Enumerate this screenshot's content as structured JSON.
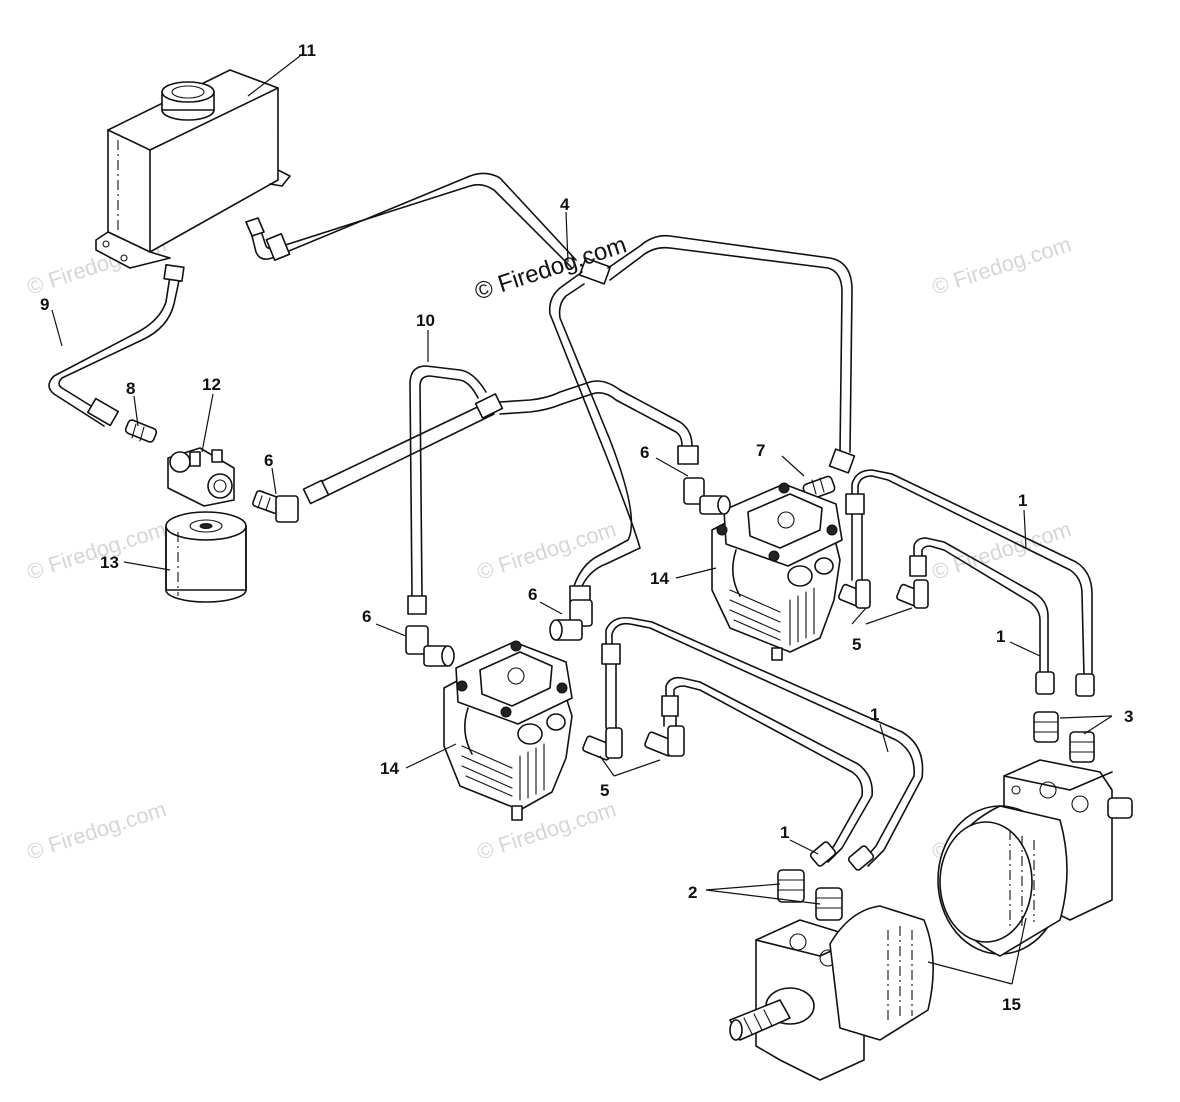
{
  "watermark": {
    "main_text": "© Firedog.com",
    "tile_text": "© Firedog.com"
  },
  "callouts": [
    {
      "id": "c11",
      "label": "11"
    },
    {
      "id": "c9",
      "label": "9"
    },
    {
      "id": "c8",
      "label": "8"
    },
    {
      "id": "c12",
      "label": "12"
    },
    {
      "id": "c6a",
      "label": "6"
    },
    {
      "id": "c13",
      "label": "13"
    },
    {
      "id": "c10",
      "label": "10"
    },
    {
      "id": "c4",
      "label": "4"
    },
    {
      "id": "c6b",
      "label": "6"
    },
    {
      "id": "c7",
      "label": "7"
    },
    {
      "id": "c14a",
      "label": "14"
    },
    {
      "id": "c1a",
      "label": "1"
    },
    {
      "id": "c5a",
      "label": "5"
    },
    {
      "id": "c1b",
      "label": "1"
    },
    {
      "id": "c6c",
      "label": "6"
    },
    {
      "id": "c6d",
      "label": "6"
    },
    {
      "id": "c3",
      "label": "3"
    },
    {
      "id": "c1c",
      "label": "1"
    },
    {
      "id": "c14b",
      "label": "14"
    },
    {
      "id": "c5b",
      "label": "5"
    },
    {
      "id": "c1d",
      "label": "1"
    },
    {
      "id": "c2",
      "label": "2"
    },
    {
      "id": "c15",
      "label": "15"
    }
  ]
}
